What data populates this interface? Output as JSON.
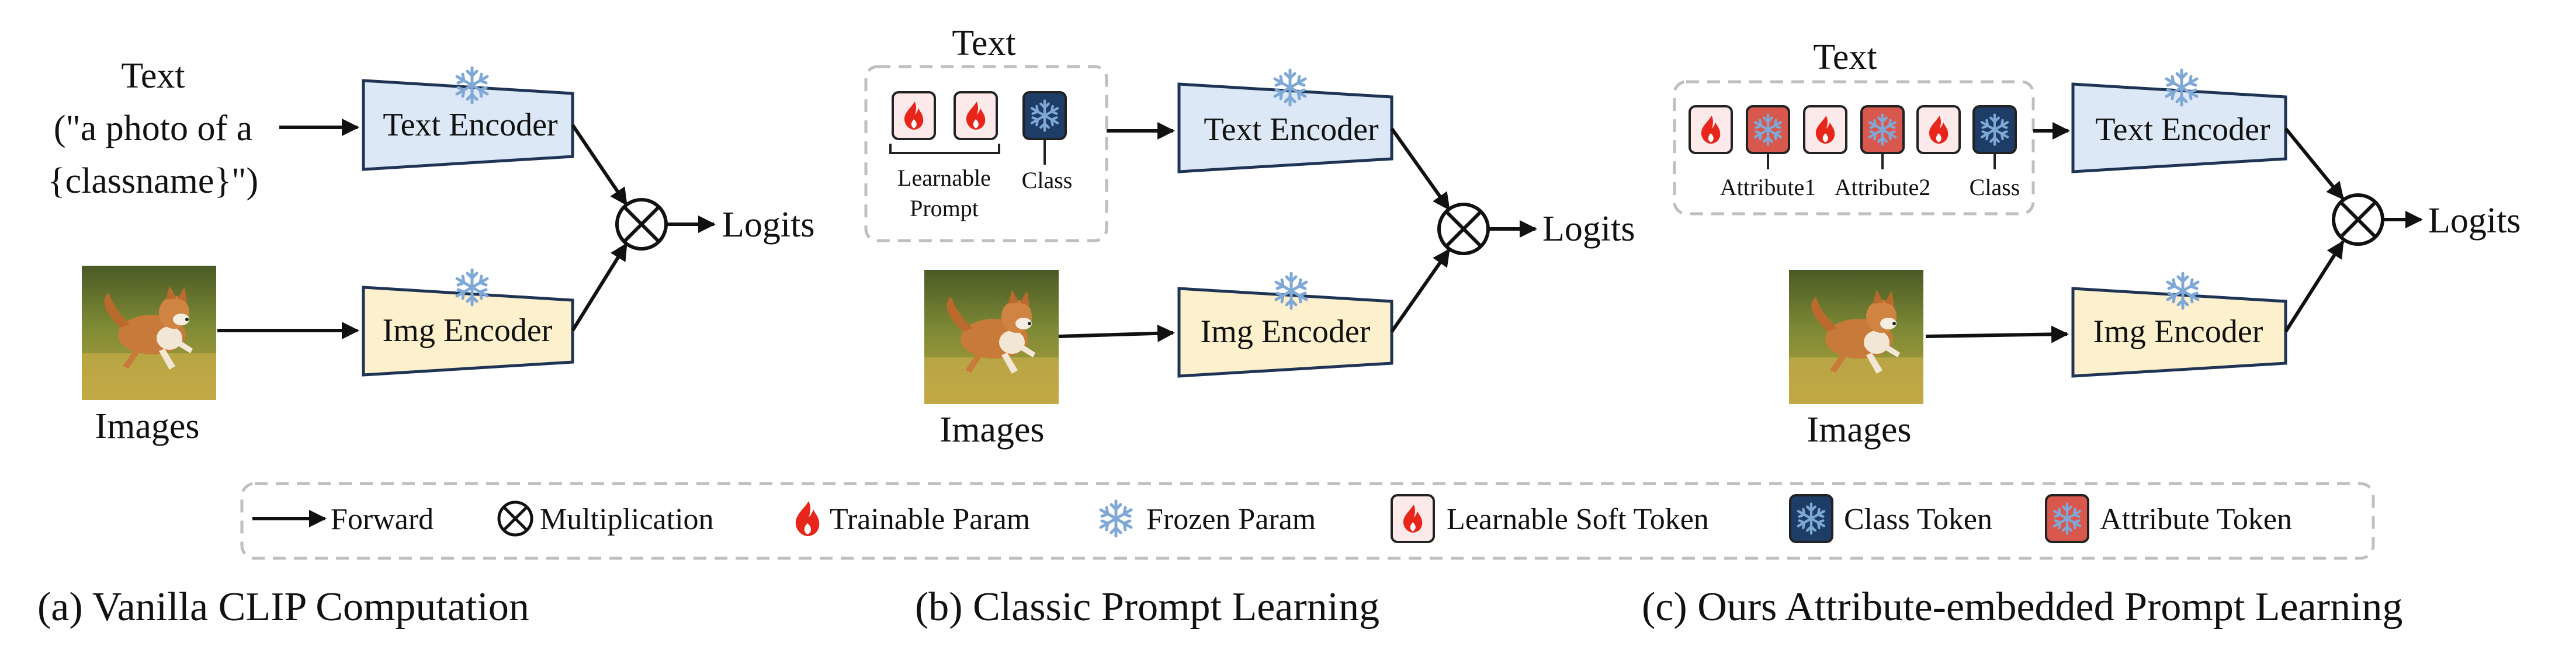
{
  "panels": [
    {
      "caption": "(a) Vanilla CLIP Computation",
      "text_title": "Text",
      "text_prompt_lines": [
        "(\"a photo of a",
        "{classname}\")"
      ],
      "text_encoder": "Text Encoder",
      "img_encoder": "Img Encoder",
      "images_label": "Images",
      "output": "Logits"
    },
    {
      "caption": "(b) Classic Prompt Learning",
      "text_title": "Text",
      "learnable_prompt_lines": [
        "Learnable",
        "Prompt"
      ],
      "class_label": "Class",
      "text_encoder": "Text Encoder",
      "img_encoder": "Img Encoder",
      "images_label": "Images",
      "output": "Logits"
    },
    {
      "caption": "(c) Ours Attribute-embedded Prompt Learning",
      "text_title": "Text",
      "attribute1_label": "Attribute1",
      "attribute2_label": "Attribute2",
      "class_label": "Class",
      "text_encoder": "Text Encoder",
      "img_encoder": "Img Encoder",
      "images_label": "Images",
      "output": "Logits"
    }
  ],
  "legend": {
    "forward": "Forward",
    "multiplication": "Multiplication",
    "trainable": "Trainable Param",
    "frozen": "Frozen Param",
    "soft_token": "Learnable Soft Token",
    "class_token": "Class Token",
    "attribute_token": "Attribute Token"
  },
  "icons": {
    "frozen": "snowflake-icon",
    "trainable": "flame-icon",
    "multiply": "circle-times-icon",
    "image": "dog-photo"
  },
  "colors": {
    "text_encoder_fill": "#dce8f5",
    "img_encoder_fill": "#fdf0cc",
    "encoder_stroke": "#1f3455",
    "snowflake": "#7fa8d6",
    "flame": "#e8251a",
    "class_token_fill": "#1d3c66",
    "attribute_token_fill": "#d9584d",
    "soft_token_fill": "#fbeae9",
    "dashed_border": "#bfbfbf"
  }
}
